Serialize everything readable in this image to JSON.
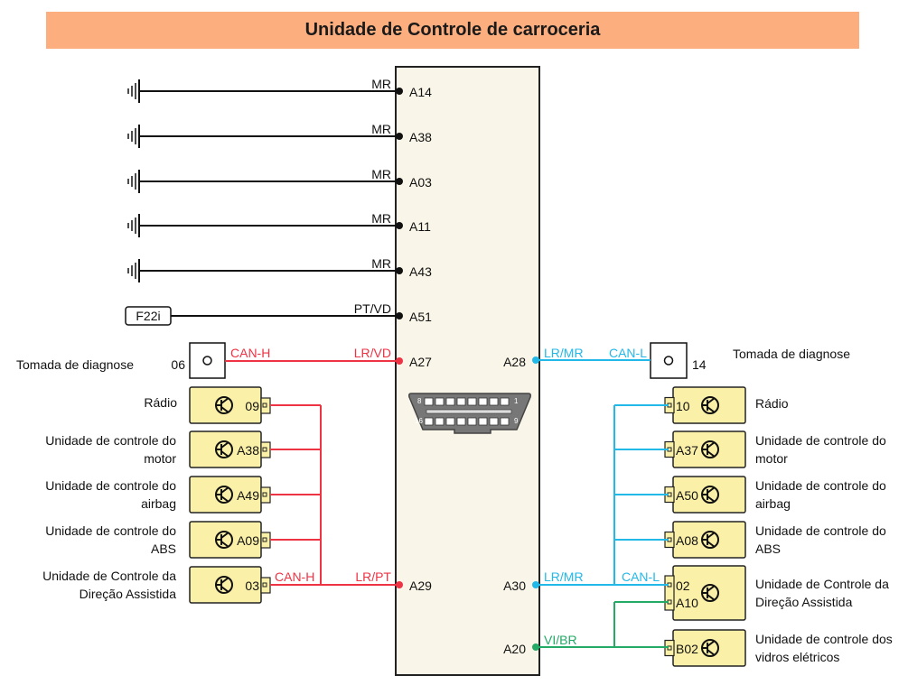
{
  "title": "Unidade de Controle de carroceria",
  "colors": {
    "title_bg": "#fdae7e",
    "module_bg": "#f9f5e8",
    "ecu_box_bg": "#fbf0a8",
    "wire_black": "#111111",
    "wire_red": "#ee3344",
    "wire_blue": "#22b8e8",
    "wire_green": "#22aa66"
  },
  "ground_pins": [
    {
      "pin": "A14",
      "wire": "MR"
    },
    {
      "pin": "A38",
      "wire": "MR"
    },
    {
      "pin": "A03",
      "wire": "MR"
    },
    {
      "pin": "A11",
      "wire": "MR"
    },
    {
      "pin": "A43",
      "wire": "MR"
    }
  ],
  "fuse": {
    "label": "F22i",
    "pin": "A51",
    "wire": "PT/VD"
  },
  "diag_left": {
    "label": "Tomada de diagnose",
    "terminal": "06",
    "signal": "CAN-H",
    "wire": "LR/VD",
    "pin": "A27"
  },
  "diag_right": {
    "label": "Tomada de diagnose",
    "terminal": "14",
    "signal": "CAN-L",
    "wire": "LR/MR",
    "pin": "A28"
  },
  "connector_icon": {
    "pin_labels": [
      "8",
      "1",
      "16",
      "9"
    ]
  },
  "left_bus": {
    "signal": "CAN-H",
    "wire": "LR/PT",
    "pin": "A29"
  },
  "right_bus": {
    "signal": "CAN-L",
    "wire": "LR/MR",
    "pin": "A30"
  },
  "green_bus": {
    "wire": "VI/BR",
    "pin": "A20"
  },
  "left_modules": [
    {
      "name_line1": "Rádio",
      "name_line2": "",
      "terminal": "09"
    },
    {
      "name_line1": "Unidade de controle do",
      "name_line2": "motor",
      "terminal": "A38"
    },
    {
      "name_line1": "Unidade de controle do",
      "name_line2": "airbag",
      "terminal": "A49"
    },
    {
      "name_line1": "Unidade de controle do",
      "name_line2": "ABS",
      "terminal": "A09"
    },
    {
      "name_line1": "Unidade de Controle da",
      "name_line2": "Direção Assistida",
      "terminal": "03"
    }
  ],
  "right_modules": [
    {
      "name_line1": "Rádio",
      "name_line2": "",
      "terminals": [
        "10"
      ]
    },
    {
      "name_line1": "Unidade de controle do",
      "name_line2": "motor",
      "terminals": [
        "A37"
      ]
    },
    {
      "name_line1": "Unidade de controle do",
      "name_line2": "airbag",
      "terminals": [
        "A50"
      ]
    },
    {
      "name_line1": "Unidade de controle do",
      "name_line2": "ABS",
      "terminals": [
        "A08"
      ]
    },
    {
      "name_line1": "Unidade de Controle da",
      "name_line2": "Direção Assistida",
      "terminals": [
        "02",
        "A10"
      ]
    },
    {
      "name_line1": "Unidade de controle dos",
      "name_line2": "vidros elétricos",
      "terminals": [
        "B02"
      ]
    }
  ]
}
